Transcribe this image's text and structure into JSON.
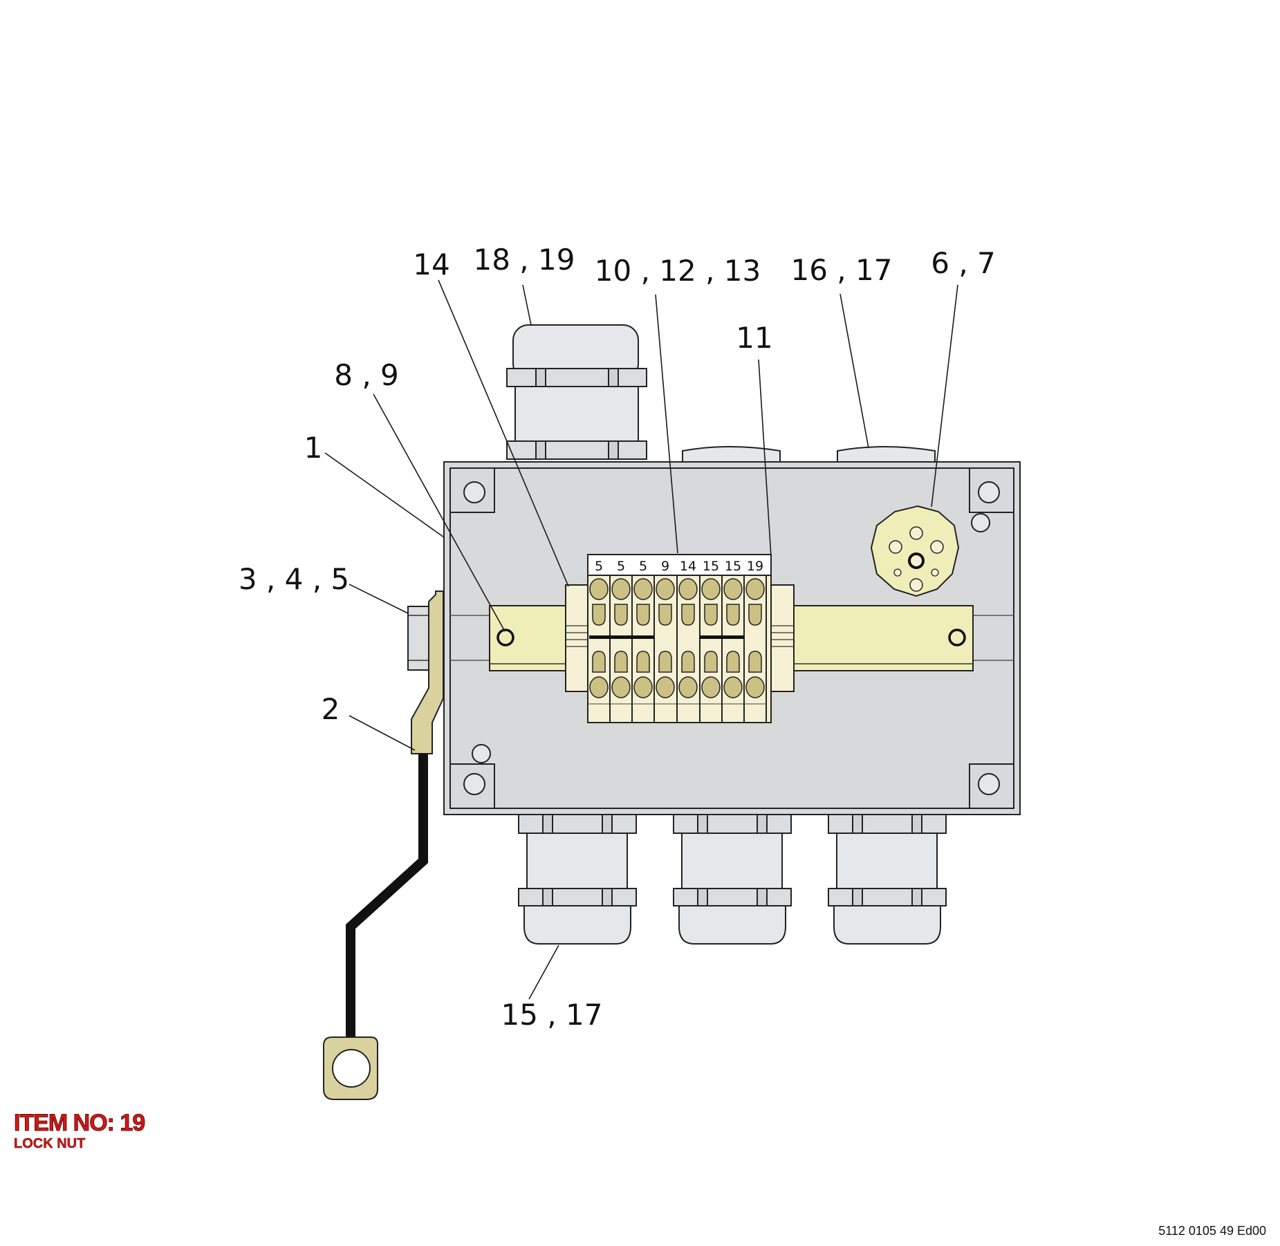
{
  "colors": {
    "enclosure": "#d8d9db",
    "gland": "#e6e7e8",
    "rail": "#f0eeb8",
    "terminal": "#f6f1d4",
    "terminal_contact": "#cbc184",
    "ground_wire": "#111111",
    "ground_lug": "#d9d29e",
    "item_label": "#d01919"
  },
  "callouts": {
    "c1": "1",
    "c2": "2",
    "c345": "3 , 4 , 5",
    "c67": "6 , 7",
    "c89": "8 , 9",
    "c101213": "10 , 12 , 13",
    "c11": "11",
    "c14": "14",
    "c1517": "15 , 17",
    "c1617": "16 , 17",
    "c1819": "18 , 19"
  },
  "terminals": [
    "5",
    "5",
    "5",
    "9",
    "14",
    "15",
    "15",
    "19"
  ],
  "item": {
    "title": "ITEM NO: 19",
    "subtitle": "LOCK NUT"
  },
  "doc_code": "5112 0105 49 Ed00"
}
